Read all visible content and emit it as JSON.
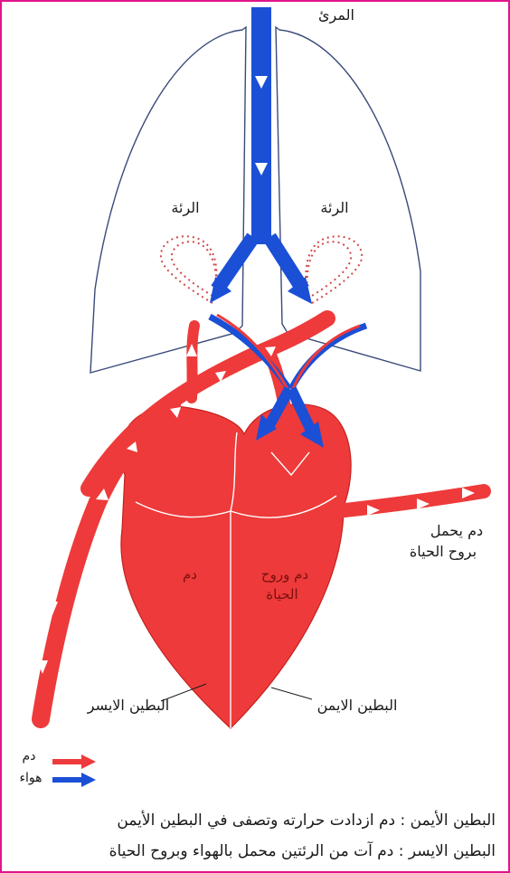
{
  "labels": {
    "trachea": "المرئ",
    "lung_left": "الرئة",
    "lung_right": "الرئة",
    "blood_with_spirit": "دم يحمل",
    "blood_with_spirit_2": "بروح الحياة",
    "heart_blood": "دم",
    "heart_blood_spirit": "دم وروح",
    "heart_blood_spirit_2": "الحياة",
    "left_ventricle": "البطين الايسر",
    "right_ventricle": "البطين الايمن"
  },
  "legend": {
    "blood": "دم",
    "air": "هواء"
  },
  "caption": {
    "line1": "البطين الأيمن : دم ازدادت حرارته وتصفى في البطين الأيمن",
    "line2": "البطين الايسر : دم آت من الرئتين محمل بالهواء وبروح الحياة"
  },
  "colors": {
    "frame": "#e0158c",
    "blood": "#ee3a3a",
    "air": "#1a4fd6",
    "lung_outline": "#3a4a7a",
    "capillary": "#d04848"
  }
}
